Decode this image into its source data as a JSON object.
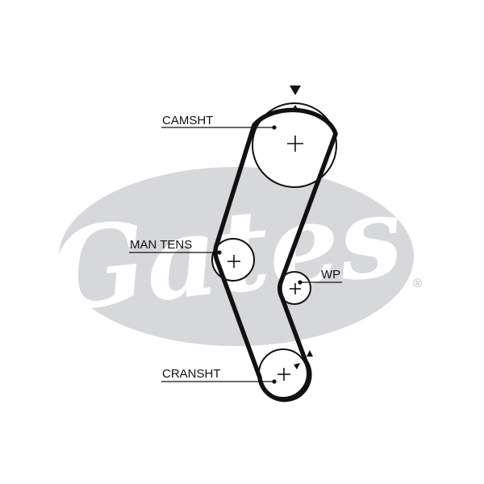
{
  "watermark": {
    "brand": "Gates",
    "registered_mark": "®",
    "ellipse_color": "#d7d8da"
  },
  "labels": {
    "camshaft": "CAMSHT",
    "manual_tensioner": "MAN TENS",
    "water_pump": "WP",
    "crankshaft": "CRANSHT"
  },
  "colors": {
    "belt": "#111111",
    "pulley": "#111111",
    "background": "#ffffff"
  },
  "icons": {
    "timing_mark_top": "triangle-down",
    "timing_mark_cam": "triangle-up",
    "timing_mark_crank": "triangle-up",
    "pulley_center": "plus"
  }
}
